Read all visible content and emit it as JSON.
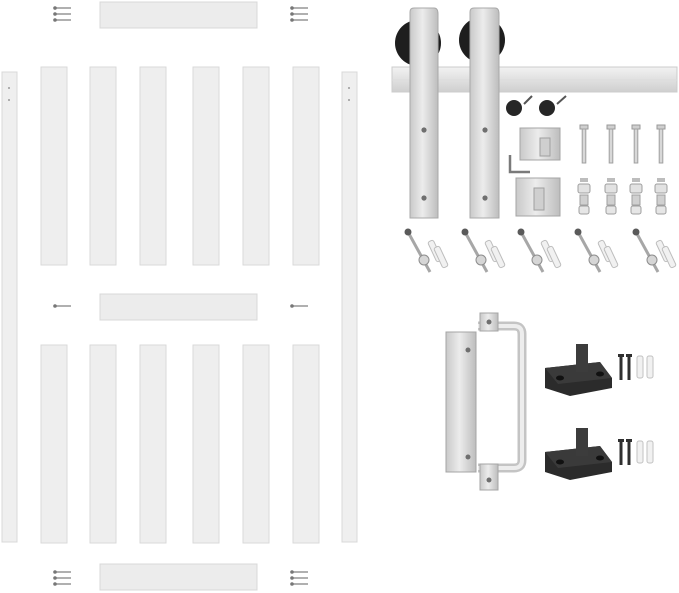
{
  "scene": {
    "kit": "barn-door-hardware",
    "colors": {
      "background": "#ffffff",
      "panel": "#eeeeee",
      "panel_edge": "#d9d9d9",
      "steel_light": "#e4e4e4",
      "steel_dark": "#b8b8b8",
      "wheel": "#1c1c1c",
      "plastic_black": "#2a2a2a",
      "anchor_white": "#f1f1f1"
    },
    "components": {
      "upper_slats": 6,
      "lower_slats": 6,
      "side_stiles": 2,
      "horizontal_rails": 3,
      "hangers": 2,
      "mounting_bolts": 4,
      "spacers": 4,
      "wall_anchors": 5,
      "floor_guides": 2
    }
  }
}
